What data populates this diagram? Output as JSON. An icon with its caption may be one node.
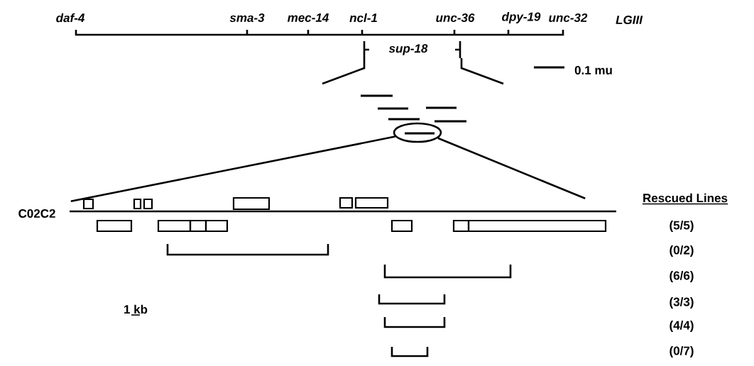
{
  "diagram": {
    "nodes": [
      {
        "text": [],
        "shape": "circle"
      },
      {
        "text": [],
        "shape": "bar"
      }
    ],
    "edges": [
      {
        "from": 0,
        "to": 1,
        "arrow": "none"
      },
      {
        "from": 0,
        "to": 1,
        "arrow": "none"
      }
    ],
    "labels": [
      "daf-4",
      "sma-3",
      "mec-14",
      "ncl-1",
      "unc-36",
      "dpy-19",
      "unc-32",
      "LGIII",
      "sup-18",
      "0.1 mu",
      "Rescued Lines",
      "C02C2",
      "(5/5)",
      "(0/2)",
      "(6/6)",
      "1 kb",
      "(3/3)",
      "(4/4)",
      "(0/7)"
    ]
  }
}
